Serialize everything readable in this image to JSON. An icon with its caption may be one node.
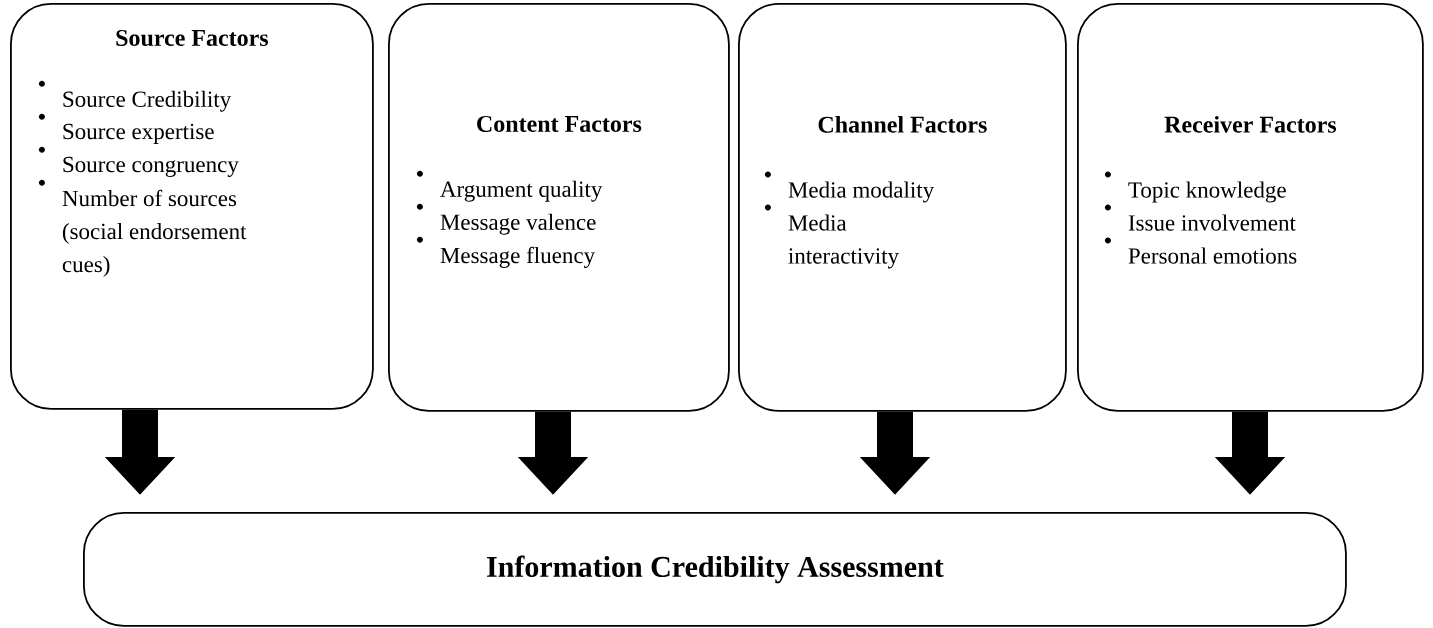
{
  "diagram": {
    "nodes": [
      {
        "text": [
          "Source Factors",
          "Source Credibility",
          "Source expertise",
          "Source congruency",
          "Number of sources (social endorsement cues)"
        ]
      },
      {
        "text": [
          "Content Factors",
          "Argument quality",
          "Message valence",
          "Message fluency"
        ]
      },
      {
        "text": [
          "Channel Factors",
          "Media modality",
          "Media interactivity"
        ]
      },
      {
        "text": [
          "Receiver Factors",
          "Topic knowledge",
          "Issue involvement",
          "Personal emotions"
        ]
      },
      {
        "text": [
          "Information Credibility Assessment"
        ]
      }
    ],
    "edges": [
      {
        "from": 0,
        "to": 4,
        "arrow": "to"
      },
      {
        "from": 1,
        "to": 4,
        "arrow": "to"
      },
      {
        "from": 2,
        "to": 4,
        "arrow": "to"
      },
      {
        "from": 3,
        "to": 4,
        "arrow": "to"
      }
    ]
  }
}
